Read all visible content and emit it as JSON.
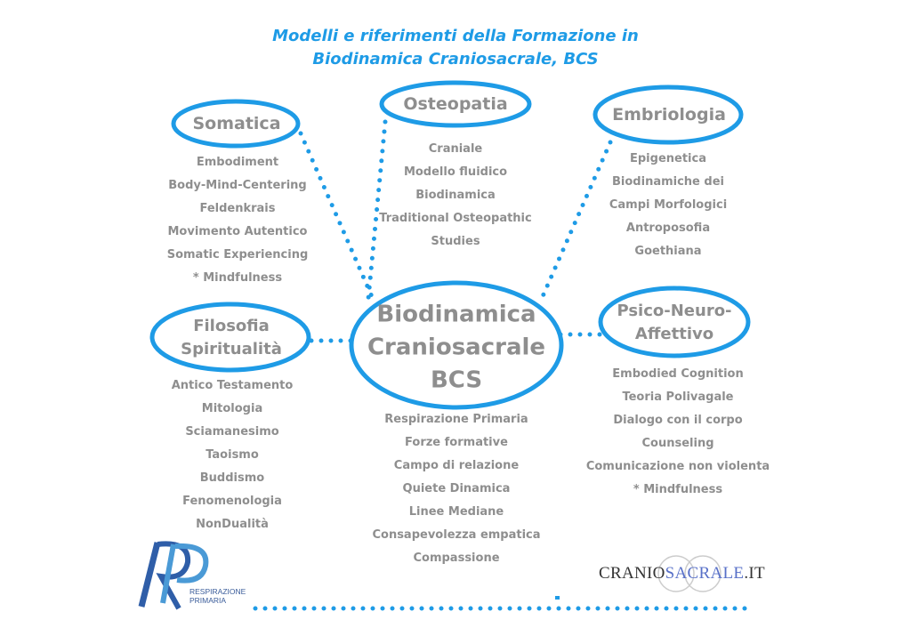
{
  "title": {
    "line1": "Modelli e riferimenti della Formazione in",
    "line2": "Biodinamica Craniosacrale, BCS"
  },
  "colors": {
    "accent": "#1e9be6",
    "text": "#8e8e8e"
  },
  "center": {
    "line1": "Biodinamica",
    "line2": "Craniosacrale",
    "line3": "BCS",
    "items": [
      "Respirazione Primaria",
      "Forze formative",
      "Campo di relazione",
      "Quiete Dinamica",
      "Linee Mediane",
      "Consapevolezza empatica",
      "Compassione"
    ]
  },
  "somatica": {
    "label": "Somatica",
    "items": [
      "Embodiment",
      "Body-Mind-Centering",
      "Feldenkrais",
      "Movimento Autentico",
      "Somatic Experiencing",
      "* Mindfulness"
    ]
  },
  "osteopatia": {
    "label": "Osteopatia",
    "items": [
      "Craniale",
      "Modello fluidico",
      "Biodinamica",
      "Traditional Osteopathic",
      "Studies"
    ]
  },
  "embriologia": {
    "label": "Embriologia",
    "items": [
      "Epigenetica",
      "Biodinamiche dei",
      "Campi Morfologici",
      "Antroposofia",
      "Goethiana"
    ]
  },
  "filosofia": {
    "line1": "Filosofia",
    "line2": "Spiritualità",
    "items": [
      "Antico Testamento",
      "Mitologia",
      "Sciamanesimo",
      "Taoismo",
      "Buddismo",
      "Fenomenologia",
      "NonDualità"
    ]
  },
  "psico": {
    "line1": "Psico-Neuro-",
    "line2": "Affettivo",
    "items": [
      "Embodied Cognition",
      "Teoria Polivagale",
      "Dialogo con il corpo",
      "Counseling",
      "Comunicazione non violenta",
      "* Mindfulness"
    ]
  },
  "logos": {
    "rp_line1": "RESPIRAZIONE",
    "rp_line2": "PRIMARIA",
    "cs_part1": "CRANIO",
    "cs_part2": "SACRALE",
    "cs_part3": ".IT"
  }
}
